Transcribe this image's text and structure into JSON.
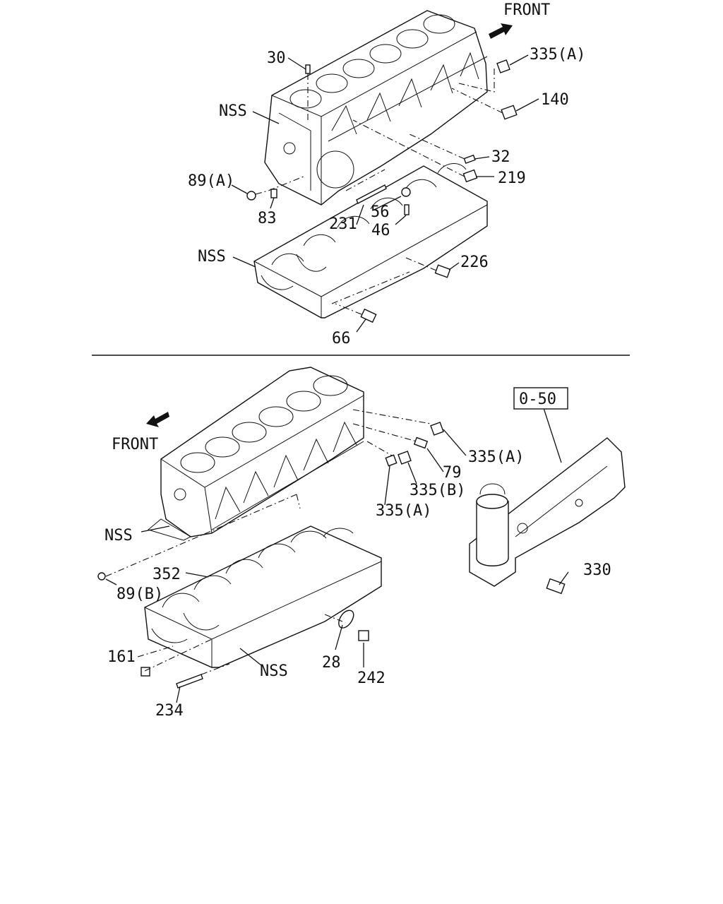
{
  "front_label_top": "FRONT",
  "front_label_bottom": "FRONT",
  "ref_box": "0-50",
  "callouts_top": {
    "c30": "30",
    "c335a": "335(A)",
    "c140": "140",
    "nss_block": "NSS",
    "c32": "32",
    "c219": "219",
    "c89a": "89(A)",
    "c83": "83",
    "c56": "56",
    "c46": "46",
    "c231": "231",
    "nss_frame": "NSS",
    "c226": "226",
    "c66": "66"
  },
  "callouts_bottom": {
    "c335a_right": "335(A)",
    "c79": "79",
    "c335b": "335(B)",
    "c335a_left": "335(A)",
    "nss_block": "NSS",
    "c352": "352",
    "c89b": "89(B)",
    "c330": "330",
    "c161": "161",
    "nss_frame": "NSS",
    "c28": "28",
    "c242": "242",
    "c234": "234"
  }
}
